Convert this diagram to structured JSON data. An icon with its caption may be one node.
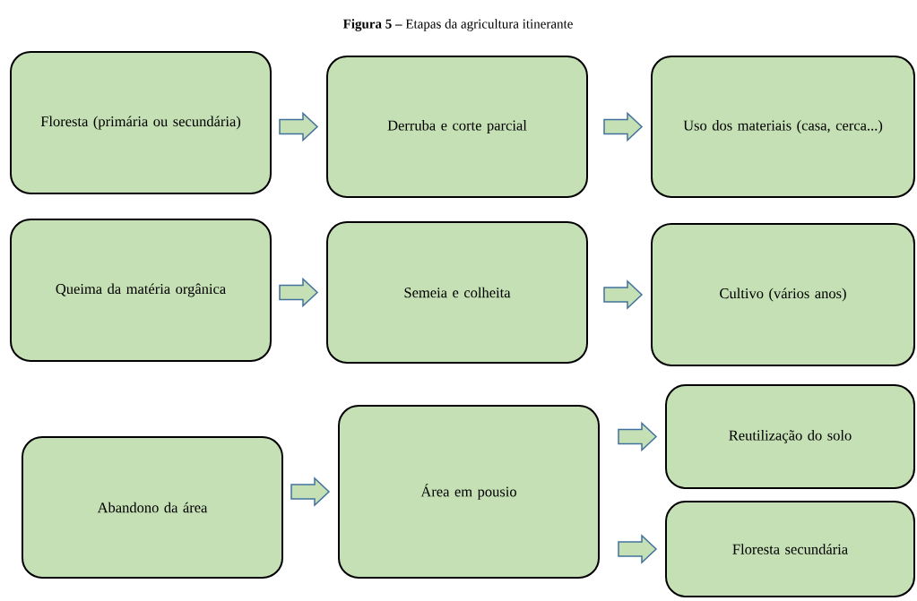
{
  "diagram": {
    "title": "**Figura 5 –** Etapas da agricultura itinerante",
    "nodes": [
      {
        "text": [
          "Floresta (primária ou secundária)"
        ]
      },
      {
        "text": [
          "Derruba e corte parcial"
        ]
      },
      {
        "text": [
          "Uso dos materiais (casa, cerca...)"
        ]
      },
      {
        "text": [
          "Queima da matéria orgânica"
        ]
      },
      {
        "text": [
          "Semeia e colheita"
        ]
      },
      {
        "text": [
          "Cultivo (vários anos)"
        ]
      },
      {
        "text": [
          "Abandono da área"
        ]
      },
      {
        "text": [
          "Área em pousio"
        ]
      },
      {
        "text": [
          "Reutilização do solo"
        ]
      },
      {
        "text": [
          "Floresta secundária"
        ]
      }
    ],
    "edges": [
      {
        "from": 0,
        "to": 1,
        "arrow": "to"
      },
      {
        "from": 1,
        "to": 2,
        "arrow": "to"
      },
      {
        "from": 3,
        "to": 4,
        "arrow": "to"
      },
      {
        "from": 4,
        "to": 5,
        "arrow": "to"
      },
      {
        "from": 6,
        "to": 7,
        "arrow": "to"
      },
      {
        "from": 7,
        "to": 8,
        "arrow": "to"
      },
      {
        "from": 7,
        "to": 9,
        "arrow": "to"
      }
    ]
  }
}
